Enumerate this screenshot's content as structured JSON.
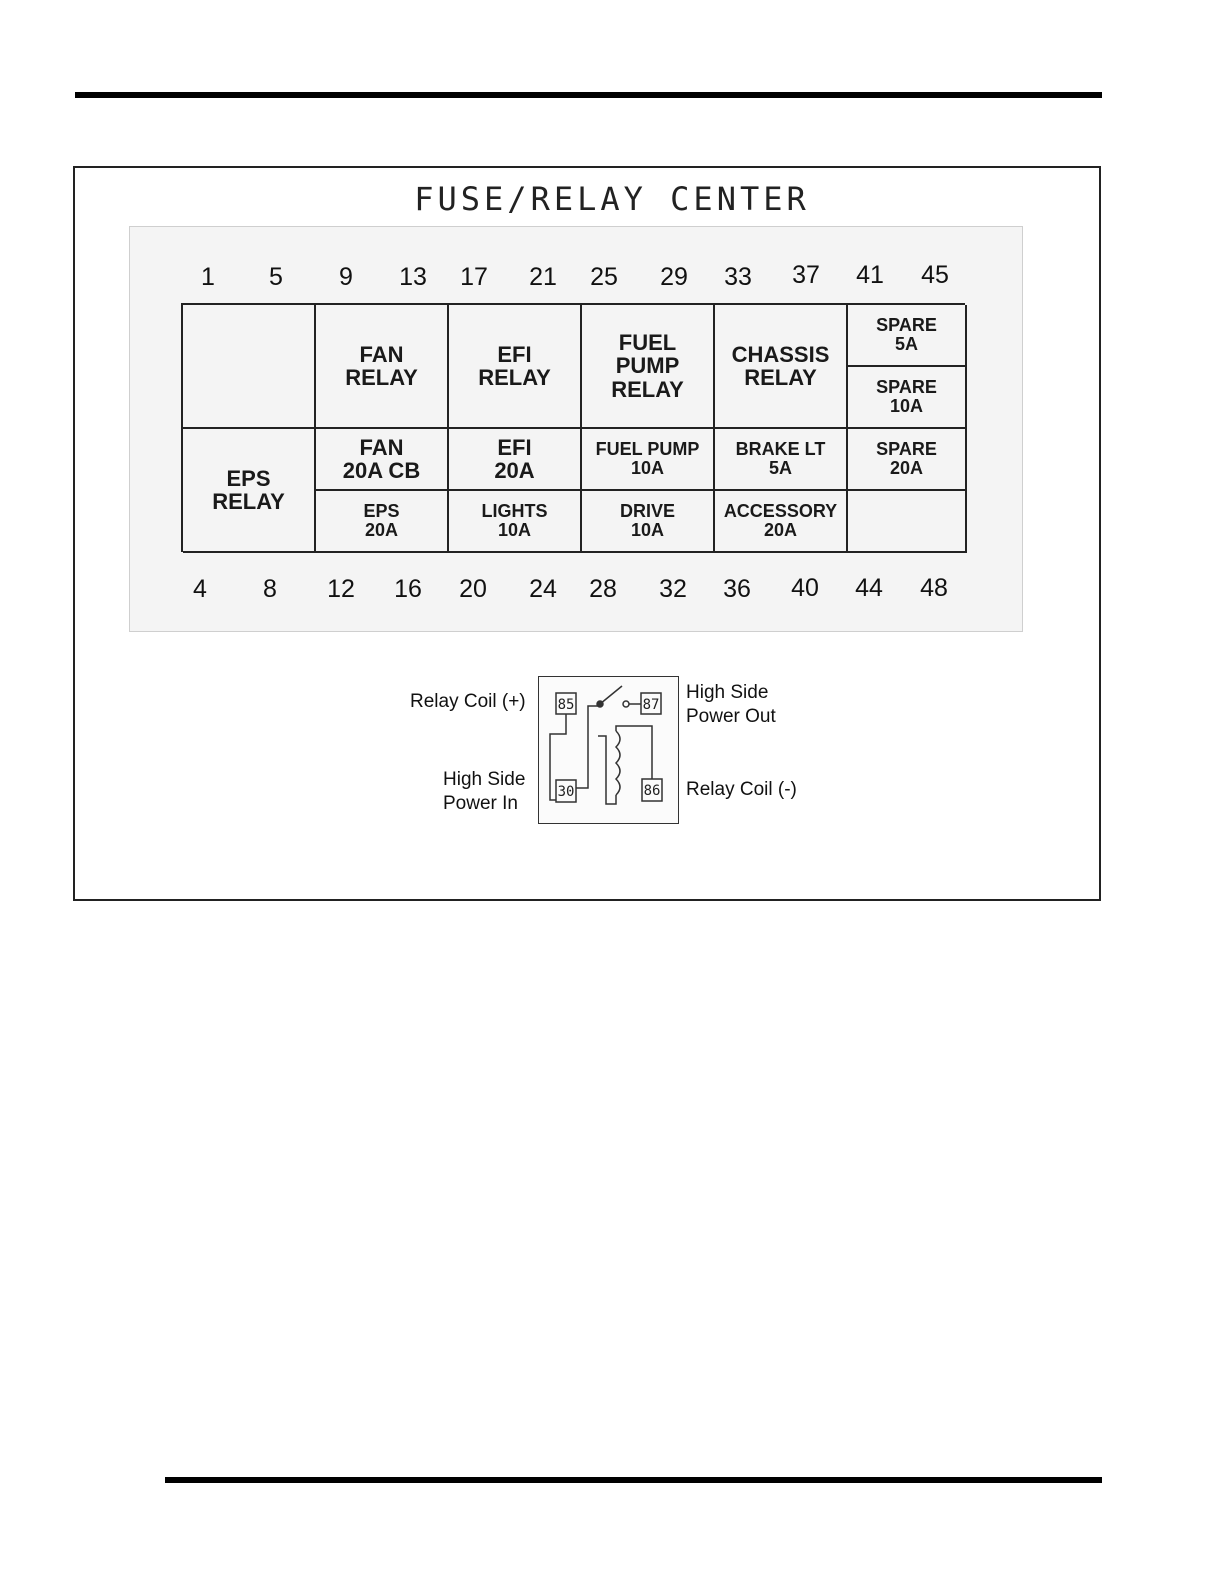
{
  "diagram": {
    "title": "FUSE/RELAY CENTER",
    "pins_top": [
      "1",
      "5",
      "9",
      "13",
      "17",
      "21",
      "25",
      "29",
      "33",
      "37",
      "41",
      "45"
    ],
    "pins_bottom": [
      "4",
      "8",
      "12",
      "16",
      "20",
      "24",
      "28",
      "32",
      "36",
      "40",
      "44",
      "48"
    ],
    "cells": {
      "fan_relay": "FAN\nRELAY",
      "efi_relay": "EFI\nRELAY",
      "fuel_pump_relay": "FUEL\nPUMP\nRELAY",
      "chassis_relay": "CHASSIS\nRELAY",
      "spare_5a": "SPARE\n5A",
      "spare_10a": "SPARE\n10A",
      "eps_relay": "EPS\nRELAY",
      "fan_20a_cb": "FAN\n20A  CB",
      "efi_20a": "EFI\n20A",
      "fuel_pump_10a": "FUEL  PUMP\n10A",
      "brake_lt_5a": "BRAKE  LT\n5A",
      "spare_20a": "SPARE\n20A",
      "eps_20a": "EPS\n20A",
      "lights_10a": "LIGHTS\n10A",
      "drive_10a": "DRIVE\n10A",
      "accessory_20a": "ACCESSORY\n20A"
    }
  },
  "relay": {
    "terminals": {
      "t85": "85",
      "t87": "87",
      "t30": "30",
      "t86": "86"
    },
    "labels": {
      "coil_plus": "Relay Coil (+)",
      "power_out": "High Side\nPower Out",
      "power_in": "High Side\nPower In",
      "coil_minus": "Relay Coil (-)"
    }
  }
}
